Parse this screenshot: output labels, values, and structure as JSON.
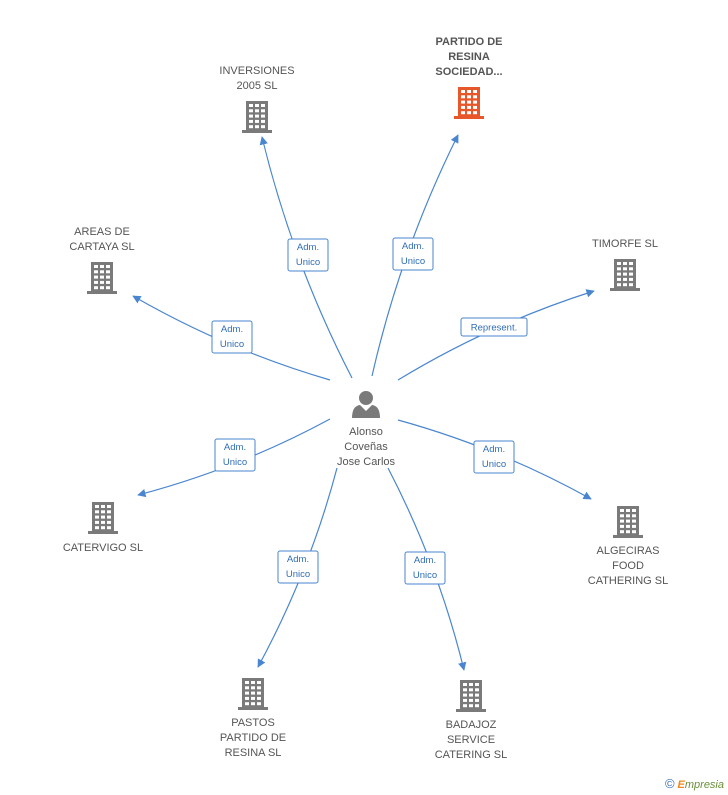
{
  "colors": {
    "edge": "#4a86d0",
    "building": "#7a7a7a",
    "building_highlight": "#e8572a",
    "person": "#7a7a7a"
  },
  "center": {
    "name_lines": [
      "Alonso",
      "Coveñas",
      "Jose Carlos"
    ],
    "icon": "person-icon"
  },
  "companies": [
    {
      "id": "inversiones",
      "lines": [
        "INVERSIONES",
        "2005 SL"
      ],
      "highlight": false,
      "relation": [
        "Adm.",
        "Unico"
      ]
    },
    {
      "id": "partido",
      "lines": [
        "PARTIDO DE",
        "RESINA",
        "SOCIEDAD..."
      ],
      "highlight": true,
      "relation": [
        "Adm.",
        "Unico"
      ]
    },
    {
      "id": "timorfe",
      "lines": [
        "TIMORFE SL"
      ],
      "highlight": false,
      "relation": [
        "Represent."
      ]
    },
    {
      "id": "areas",
      "lines": [
        "AREAS DE",
        "CARTAYA SL"
      ],
      "highlight": false,
      "relation": [
        "Adm.",
        "Unico"
      ]
    },
    {
      "id": "catervigo",
      "lines": [
        "CATERVIGO SL"
      ],
      "highlight": false,
      "relation": [
        "Adm.",
        "Unico"
      ]
    },
    {
      "id": "algeciras",
      "lines": [
        "ALGECIRAS",
        "FOOD",
        "CATHERING SL"
      ],
      "highlight": false,
      "relation": [
        "Adm.",
        "Unico"
      ]
    },
    {
      "id": "pastos",
      "lines": [
        "PASTOS",
        "PARTIDO DE",
        "RESINA SL"
      ],
      "highlight": false,
      "relation": [
        "Adm.",
        "Unico"
      ]
    },
    {
      "id": "badajoz",
      "lines": [
        "BADAJOZ",
        "SERVICE",
        "CATERING SL"
      ],
      "highlight": false,
      "relation": [
        "Adm.",
        "Unico"
      ]
    }
  ],
  "footer": {
    "copyright": "©",
    "brand_first": "E",
    "brand_rest": "mpresia"
  }
}
